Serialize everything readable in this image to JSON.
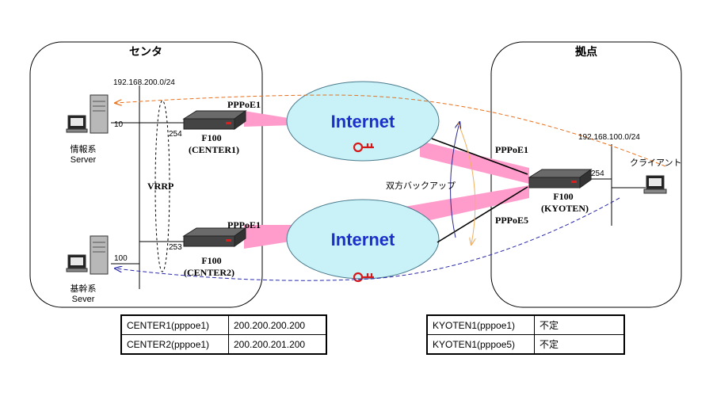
{
  "zones": {
    "center_title": "センタ",
    "kyoten_title": "拠点"
  },
  "networks": {
    "center_subnet": "192.168.200.0/24",
    "kyoten_subnet": "192.168.100.0/24"
  },
  "servers": {
    "info": {
      "line1": "情報系",
      "line2": "Server",
      "host": "10"
    },
    "core": {
      "line1": "基幹系",
      "line2": "Sever",
      "host": "100"
    }
  },
  "routers": {
    "center1": {
      "model": "F100",
      "name": "(CENTER1)",
      "lan_ip": "254",
      "wan": "PPPoE1"
    },
    "center2": {
      "model": "F100",
      "name": "(CENTER2)",
      "lan_ip": "253",
      "wan": "PPPoE1"
    },
    "kyoten": {
      "model": "F100",
      "name": "(KYOTEN)",
      "lan_ip": "254",
      "wan1": "PPPoE1",
      "wan2": "PPPoE5"
    }
  },
  "labels": {
    "vrrp": "VRRP",
    "internet_top": "Internet",
    "internet_bottom": "Internet",
    "backup": "双方バックアップ",
    "client": "クライアント"
  },
  "colors": {
    "internet_fill": "#c8f2f8",
    "tunnel_pink": "#ff9ccc",
    "orange_flow": "#e8701a",
    "blue_flow": "#2a2aa8",
    "key_red": "#d81818"
  },
  "center_table": [
    {
      "name": "CENTER1(pppoe1)",
      "ip": "200.200.200.200"
    },
    {
      "name": "CENTER2(pppoe1)",
      "ip": "200.200.201.200"
    }
  ],
  "kyoten_table": [
    {
      "name": "KYOTEN1(pppoe1)",
      "ip": "不定"
    },
    {
      "name": "KYOTEN1(pppoe5)",
      "ip": "不定"
    }
  ]
}
